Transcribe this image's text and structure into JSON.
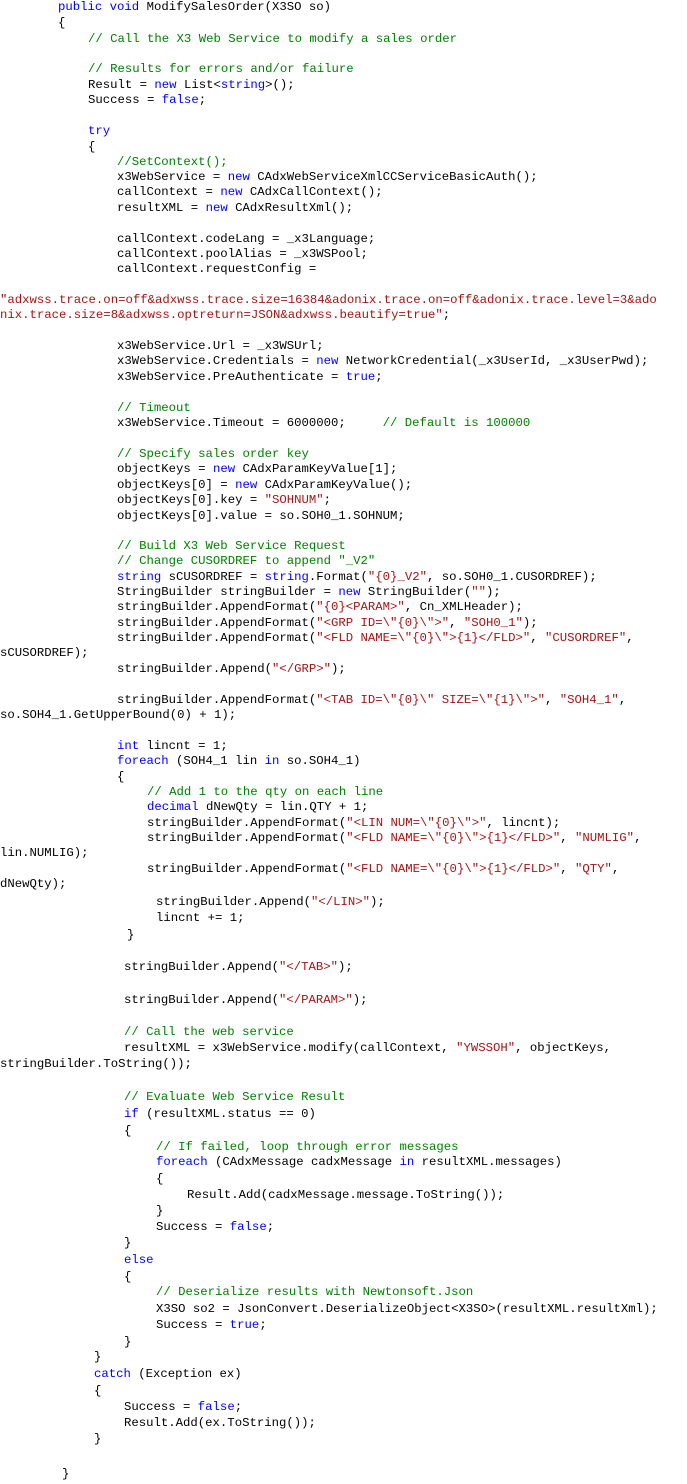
{
  "colors": {
    "keyword": "#0000ff",
    "comment": "#008000",
    "string": "#a31515",
    "plain": "#000000"
  },
  "code": {
    "lines": [
      [
        [
          "k",
          "public"
        ],
        [
          "p",
          " "
        ],
        [
          "k",
          "void"
        ],
        [
          "p",
          " ModifySalesOrder(X3SO so)"
        ]
      ],
      [
        [
          "p",
          "{"
        ]
      ],
      [
        [
          "c",
          "// Call the X3 Web Service to modify a sales order"
        ]
      ],
      [
        [
          "c",
          "// Results for errors and/or failure"
        ]
      ],
      [
        [
          "p",
          "Result = "
        ],
        [
          "k",
          "new"
        ],
        [
          "p",
          " List<"
        ],
        [
          "k",
          "string"
        ],
        [
          "p",
          ">();"
        ]
      ],
      [
        [
          "p",
          "Success = "
        ],
        [
          "k",
          "false"
        ],
        [
          "p",
          ";"
        ]
      ],
      [
        [
          "k",
          "try"
        ]
      ],
      [
        [
          "p",
          "{"
        ]
      ],
      [
        [
          "c",
          "//SetContext();"
        ]
      ],
      [
        [
          "p",
          "x3WebService = "
        ],
        [
          "k",
          "new"
        ],
        [
          "p",
          " CAdxWebServiceXmlCCServiceBasicAuth();"
        ]
      ],
      [
        [
          "p",
          "callContext = "
        ],
        [
          "k",
          "new"
        ],
        [
          "p",
          " CAdxCallContext();"
        ]
      ],
      [
        [
          "p",
          "resultXML = "
        ],
        [
          "k",
          "new"
        ],
        [
          "p",
          " CAdxResultXml();"
        ]
      ],
      [
        [
          "p",
          "callContext.codeLang = _x3Language;"
        ]
      ],
      [
        [
          "p",
          "callContext.poolAlias = _x3WSPool;"
        ]
      ],
      [
        [
          "p",
          "callContext.requestConfig ="
        ]
      ],
      [
        [
          "s",
          "\"adxwss.trace.on=off&adxwss.trace.size=16384&adonix.trace.on=off&adonix.trace.level=3&ado"
        ]
      ],
      [
        [
          "s",
          "nix.trace.size=8&adxwss.optreturn=JSON&adxwss.beautify=true\""
        ],
        [
          "p",
          ";"
        ]
      ],
      [
        [
          "p",
          "x3WebService.Url = _x3WSUrl;"
        ]
      ],
      [
        [
          "p",
          "x3WebService.Credentials = "
        ],
        [
          "k",
          "new"
        ],
        [
          "p",
          " NetworkCredential(_x3UserId, _x3UserPwd);"
        ]
      ],
      [
        [
          "p",
          "x3WebService.PreAuthenticate = "
        ],
        [
          "k",
          "true"
        ],
        [
          "p",
          ";"
        ]
      ],
      [
        [
          "c",
          "// Timeout"
        ]
      ],
      [
        [
          "p",
          "x3WebService.Timeout = 6000000;     "
        ],
        [
          "c",
          "// Default is 100000"
        ]
      ],
      [
        [
          "c",
          "// Specify sales order key"
        ]
      ],
      [
        [
          "p",
          "objectKeys = "
        ],
        [
          "k",
          "new"
        ],
        [
          "p",
          " CAdxParamKeyValue[1];"
        ]
      ],
      [
        [
          "p",
          "objectKeys[0] = "
        ],
        [
          "k",
          "new"
        ],
        [
          "p",
          " CAdxParamKeyValue();"
        ]
      ],
      [
        [
          "p",
          "objectKeys[0].key = "
        ],
        [
          "s",
          "\"SOHNUM\""
        ],
        [
          "p",
          ";"
        ]
      ],
      [
        [
          "p",
          "objectKeys[0].value = so.SOH0_1.SOHNUM;"
        ]
      ],
      [
        [
          "c",
          "// Build X3 Web Service Request"
        ]
      ],
      [
        [
          "c",
          "// Change CUSORDREF to append \"_V2\""
        ]
      ],
      [
        [
          "k",
          "string"
        ],
        [
          "p",
          " sCUSORDREF = "
        ],
        [
          "k",
          "string"
        ],
        [
          "p",
          ".Format("
        ],
        [
          "s",
          "\"{0}_V2\""
        ],
        [
          "p",
          ", so.SOH0_1.CUSORDREF);"
        ]
      ],
      [
        [
          "p",
          "StringBuilder stringBuilder = "
        ],
        [
          "k",
          "new"
        ],
        [
          "p",
          " StringBuilder("
        ],
        [
          "s",
          "\"\""
        ],
        [
          "p",
          ");"
        ]
      ],
      [
        [
          "p",
          "stringBuilder.AppendFormat("
        ],
        [
          "s",
          "\"{0}<PARAM>\""
        ],
        [
          "p",
          ", Cn_XMLHeader);"
        ]
      ],
      [
        [
          "p",
          "stringBuilder.AppendFormat("
        ],
        [
          "s",
          "\"<GRP ID=\\\"{0}\\\">\""
        ],
        [
          "p",
          ", "
        ],
        [
          "s",
          "\"SOH0_1\""
        ],
        [
          "p",
          ");"
        ]
      ],
      [
        [
          "p",
          "stringBuilder.AppendFormat("
        ],
        [
          "s",
          "\"<FLD NAME=\\\"{0}\\\">{1}</FLD>\""
        ],
        [
          "p",
          ", "
        ],
        [
          "s",
          "\"CUSORDREF\""
        ],
        [
          "p",
          ","
        ]
      ],
      [
        [
          "p",
          "sCUSORDREF);"
        ]
      ],
      [
        [
          "p",
          "stringBuilder.Append("
        ],
        [
          "s",
          "\"</GRP>\""
        ],
        [
          "p",
          ");"
        ]
      ],
      [
        [
          "p",
          "stringBuilder.AppendFormat("
        ],
        [
          "s",
          "\"<TAB ID=\\\"{0}\\\" SIZE=\\\"{1}\\\">\""
        ],
        [
          "p",
          ", "
        ],
        [
          "s",
          "\"SOH4_1\""
        ],
        [
          "p",
          ","
        ]
      ],
      [
        [
          "p",
          "so.SOH4_1.GetUpperBound(0) + 1);"
        ]
      ],
      [
        [
          "k",
          "int"
        ],
        [
          "p",
          " lincnt = 1;"
        ]
      ],
      [
        [
          "k",
          "foreach"
        ],
        [
          "p",
          " (SOH4_1 lin "
        ],
        [
          "k",
          "in"
        ],
        [
          "p",
          " so.SOH4_1)"
        ]
      ],
      [
        [
          "p",
          "{"
        ]
      ],
      [
        [
          "c",
          "// Add 1 to the qty on each line"
        ]
      ],
      [
        [
          "k",
          "decimal"
        ],
        [
          "p",
          " dNewQty = lin.QTY + 1;"
        ]
      ],
      [
        [
          "p",
          "stringBuilder.AppendFormat("
        ],
        [
          "s",
          "\"<LIN NUM=\\\"{0}\\\">\""
        ],
        [
          "p",
          ", lincnt);"
        ]
      ],
      [
        [
          "p",
          "stringBuilder.AppendFormat("
        ],
        [
          "s",
          "\"<FLD NAME=\\\"{0}\\\">{1}</FLD>\""
        ],
        [
          "p",
          ", "
        ],
        [
          "s",
          "\"NUMLIG\""
        ],
        [
          "p",
          ","
        ]
      ],
      [
        [
          "p",
          "lin.NUMLIG);"
        ]
      ],
      [
        [
          "p",
          "stringBuilder.AppendFormat("
        ],
        [
          "s",
          "\"<FLD NAME=\\\"{0}\\\">{1}</FLD>\""
        ],
        [
          "p",
          ", "
        ],
        [
          "s",
          "\"QTY\""
        ],
        [
          "p",
          ","
        ]
      ],
      [
        [
          "p",
          "dNewQty);"
        ]
      ],
      [
        [
          "p",
          "stringBuilder.Append("
        ],
        [
          "s",
          "\"</LIN>\""
        ],
        [
          "p",
          ");"
        ]
      ],
      [
        [
          "p",
          "lincnt += 1;"
        ]
      ],
      [
        [
          "p",
          "}"
        ]
      ],
      [
        [
          "p",
          "stringBuilder.Append("
        ],
        [
          "s",
          "\"</TAB>\""
        ],
        [
          "p",
          ");"
        ]
      ],
      [
        [
          "p",
          "stringBuilder.Append("
        ],
        [
          "s",
          "\"</PARAM>\""
        ],
        [
          "p",
          ");"
        ]
      ],
      [
        [
          "c",
          "// Call the web service"
        ]
      ],
      [
        [
          "p",
          "resultXML = x3WebService.modify(callContext, "
        ],
        [
          "s",
          "\"YWSSOH\""
        ],
        [
          "p",
          ", objectKeys,"
        ]
      ],
      [
        [
          "p",
          "stringBuilder.ToString());"
        ]
      ],
      [
        [
          "c",
          "// Evaluate Web Service Result"
        ]
      ],
      [
        [
          "k",
          "if"
        ],
        [
          "p",
          " (resultXML.status == 0)"
        ]
      ],
      [
        [
          "p",
          "{"
        ]
      ],
      [
        [
          "c",
          "// If failed, loop through error messages"
        ]
      ],
      [
        [
          "k",
          "foreach"
        ],
        [
          "p",
          " (CAdxMessage cadxMessage "
        ],
        [
          "k",
          "in"
        ],
        [
          "p",
          " resultXML.messages)"
        ]
      ],
      [
        [
          "p",
          "{"
        ]
      ],
      [
        [
          "p",
          "Result.Add(cadxMessage.message.ToString());"
        ]
      ],
      [
        [
          "p",
          "}"
        ]
      ],
      [
        [
          "p",
          "Success = "
        ],
        [
          "k",
          "false"
        ],
        [
          "p",
          ";"
        ]
      ],
      [
        [
          "p",
          "}"
        ]
      ],
      [
        [
          "k",
          "else"
        ]
      ],
      [
        [
          "p",
          "{"
        ]
      ],
      [
        [
          "c",
          "// Deserialize results with Newtonsoft.Json"
        ]
      ],
      [
        [
          "p",
          "X3SO so2 = JsonConvert.DeserializeObject<X3SO>(resultXML.resultXml);"
        ]
      ],
      [
        [
          "p",
          "Success = "
        ],
        [
          "k",
          "true"
        ],
        [
          "p",
          ";"
        ]
      ],
      [
        [
          "p",
          "}"
        ]
      ],
      [
        [
          "p",
          "}"
        ]
      ],
      [
        [
          "k",
          "catch"
        ],
        [
          "p",
          " (Exception ex)"
        ]
      ],
      [
        [
          "p",
          "{"
        ]
      ],
      [
        [
          "p",
          "Success = "
        ],
        [
          "k",
          "false"
        ],
        [
          "p",
          ";"
        ]
      ],
      [
        [
          "p",
          "Result.Add(ex.ToString());"
        ]
      ],
      [
        [
          "p",
          "}"
        ]
      ],
      [
        [
          "p",
          "}"
        ]
      ]
    ]
  }
}
